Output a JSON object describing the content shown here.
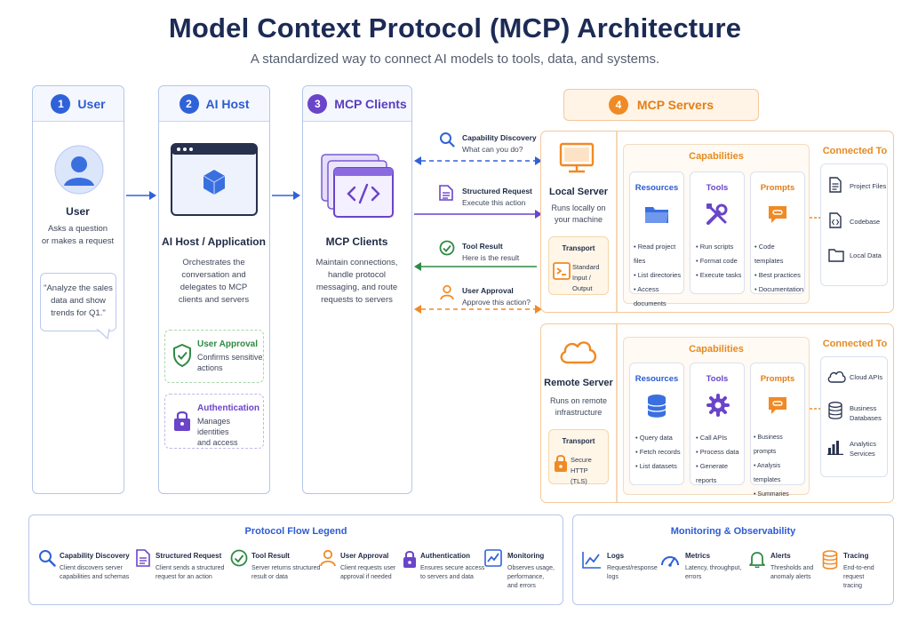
{
  "title": "Model Context Protocol (MCP) Architecture",
  "subtitle": "A standardized way to connect AI models to tools, data, and systems.",
  "colors": {
    "blue": "#2f62d8",
    "purple": "#6a44c9",
    "orange": "#f08a24",
    "green": "#2f8a44"
  },
  "user": {
    "num": "1",
    "header": "User",
    "label": "User",
    "desc1": "Asks a question",
    "desc2": "or makes a request",
    "quote": [
      "\"Analyze the sales",
      "data and show",
      "trends for Q1.\""
    ]
  },
  "host": {
    "num": "2",
    "header": "AI Host",
    "label": "AI Host / Application",
    "desc": [
      "Orchestrates the",
      "conversation and",
      "delegates to MCP",
      "clients and servers"
    ],
    "approval": {
      "title": "User Approval",
      "desc": [
        "Confirms sensitive",
        "actions"
      ]
    },
    "auth": {
      "title": "Authentication",
      "desc": [
        "Manages identities",
        "and access"
      ]
    }
  },
  "clients": {
    "num": "3",
    "header": "MCP Clients",
    "label": "MCP Clients",
    "desc": [
      "Maintain connections,",
      "handle protocol",
      "messaging, and route",
      "requests to servers"
    ]
  },
  "flows": [
    {
      "title": "Capability Discovery",
      "desc": "What can you do?"
    },
    {
      "title": "Structured Request",
      "desc": "Execute this action"
    },
    {
      "title": "Tool Result",
      "desc": "Here is the result"
    },
    {
      "title": "User Approval",
      "desc": "Approve this action?"
    }
  ],
  "servers": {
    "num": "4",
    "header": "MCP Servers",
    "capabilities_label": "Capabilities",
    "connected_label": "Connected To",
    "transport_label": "Transport",
    "local": {
      "name": "Local Server",
      "desc": [
        "Runs locally on",
        "your machine"
      ],
      "transport": [
        "Standard",
        "Input / Output"
      ],
      "resources": {
        "title": "Resources",
        "items": [
          "Read project files",
          "List directories",
          "Access documents"
        ]
      },
      "tools": {
        "title": "Tools",
        "items": [
          "Run scripts",
          "Format code",
          "Execute tasks"
        ]
      },
      "prompts": {
        "title": "Prompts",
        "items": [
          "Code templates",
          "Best practices",
          "Documentation"
        ]
      },
      "connected": [
        "Project Files",
        "Codebase",
        "Local Data"
      ]
    },
    "remote": {
      "name": "Remote Server",
      "desc": [
        "Runs on remote",
        "infrastructure"
      ],
      "transport": [
        "Secure HTTP",
        "(TLS)"
      ],
      "resources": {
        "title": "Resources",
        "items": [
          "Query data",
          "Fetch records",
          "List datasets"
        ]
      },
      "tools": {
        "title": "Tools",
        "items": [
          "Call APIs",
          "Process data",
          "Generate reports"
        ]
      },
      "prompts": {
        "title": "Prompts",
        "items": [
          "Business prompts",
          "Analysis templates",
          "Summaries"
        ]
      },
      "connected": [
        "Cloud APIs",
        "Business\nDatabases",
        "Analytics\nServices"
      ]
    }
  },
  "legend": {
    "title": "Protocol Flow Legend",
    "items": [
      {
        "title": "Capability Discovery",
        "desc": [
          "Client discovers server",
          "capabilities and schemas"
        ]
      },
      {
        "title": "Structured Request",
        "desc": [
          "Client sends a structured",
          "request for an action"
        ]
      },
      {
        "title": "Tool Result",
        "desc": [
          "Server returns structured",
          "result or data"
        ]
      },
      {
        "title": "User Approval",
        "desc": [
          "Client requests user",
          "approval if needed"
        ]
      },
      {
        "title": "Authentication",
        "desc": [
          "Ensures secure access",
          "to servers and data"
        ]
      },
      {
        "title": "Monitoring",
        "desc": [
          "Observes usage,",
          "performance,",
          "and errors"
        ]
      }
    ]
  },
  "monitoring": {
    "title": "Monitoring & Observability",
    "items": [
      {
        "title": "Logs",
        "desc": [
          "Request/response",
          "logs"
        ]
      },
      {
        "title": "Metrics",
        "desc": [
          "Latency, throughput,",
          "errors"
        ]
      },
      {
        "title": "Alerts",
        "desc": [
          "Thresholds and",
          "anomaly alerts"
        ]
      },
      {
        "title": "Tracing",
        "desc": [
          "End-to-end request",
          "tracing"
        ]
      }
    ]
  }
}
